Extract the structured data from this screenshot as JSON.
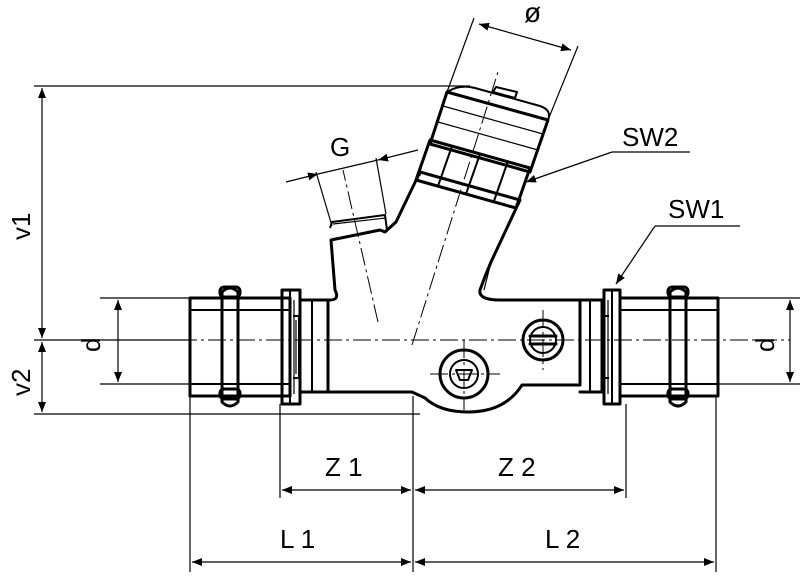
{
  "labels": {
    "diameter": "ø",
    "g": "G",
    "sw2": "SW2",
    "sw1": "SW1",
    "v1": "v1",
    "v2": "v2",
    "d_left": "d",
    "d_right": "d",
    "z1": "Z 1",
    "z2": "Z 2",
    "l1": "L 1",
    "l2": "L 2"
  }
}
